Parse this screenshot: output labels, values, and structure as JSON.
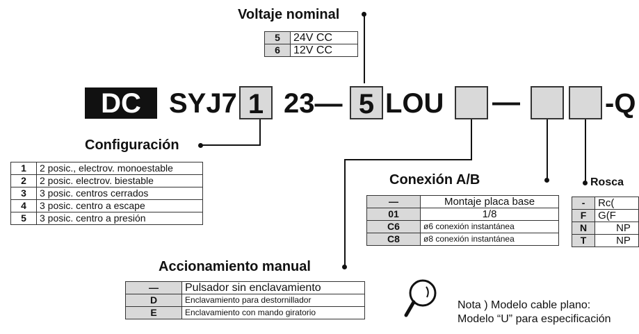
{
  "voltaje": {
    "title": "Voltaje nominal",
    "rows": [
      {
        "code": "5",
        "desc": "24V CC"
      },
      {
        "code": "6",
        "desc": "12V CC"
      }
    ]
  },
  "model": {
    "dc": "DC",
    "prefix": "SYJ7",
    "config_val": "1",
    "mid": "23—",
    "volt_val": "5",
    "lou": "LOU",
    "dash": "—",
    "tail": "-Q"
  },
  "configuracion": {
    "title": "Configuración",
    "rows": [
      {
        "code": "1",
        "desc": "2 posic., electrov. monoestable"
      },
      {
        "code": "2",
        "desc": "2 posic. electrov. biestable"
      },
      {
        "code": "3",
        "desc": "3 posic. centros cerrados"
      },
      {
        "code": "4",
        "desc": "3 posic. centro a escape"
      },
      {
        "code": "5",
        "desc": "3 posic. centro a presión"
      }
    ]
  },
  "conexion": {
    "title": "Conexión A/B",
    "rows": [
      {
        "code": "—",
        "desc": "Montaje placa base"
      },
      {
        "code": "01",
        "desc": "1/8"
      },
      {
        "code": "C6",
        "desc": "ø6 conexión instantánea"
      },
      {
        "code": "C8",
        "desc": "ø8 conexión instantánea"
      }
    ]
  },
  "rosca": {
    "title": "Rosca",
    "rows": [
      {
        "code": "-",
        "desc": "Rc("
      },
      {
        "code": "F",
        "desc": "G(F"
      },
      {
        "code": "N",
        "desc": "NP"
      },
      {
        "code": "T",
        "desc": "NP"
      }
    ]
  },
  "accionamiento": {
    "title": "Accionamiento manual",
    "rows": [
      {
        "code": "—",
        "desc": "Pulsador sin enclavamiento"
      },
      {
        "code": "D",
        "desc": "Enclavamiento para destornillador"
      },
      {
        "code": "E",
        "desc": "Enclavamiento con mando giratorio"
      }
    ]
  },
  "nota": {
    "line1": "Nota ) Modelo cable plano:",
    "line2": "Modelo “U” para especificación"
  }
}
